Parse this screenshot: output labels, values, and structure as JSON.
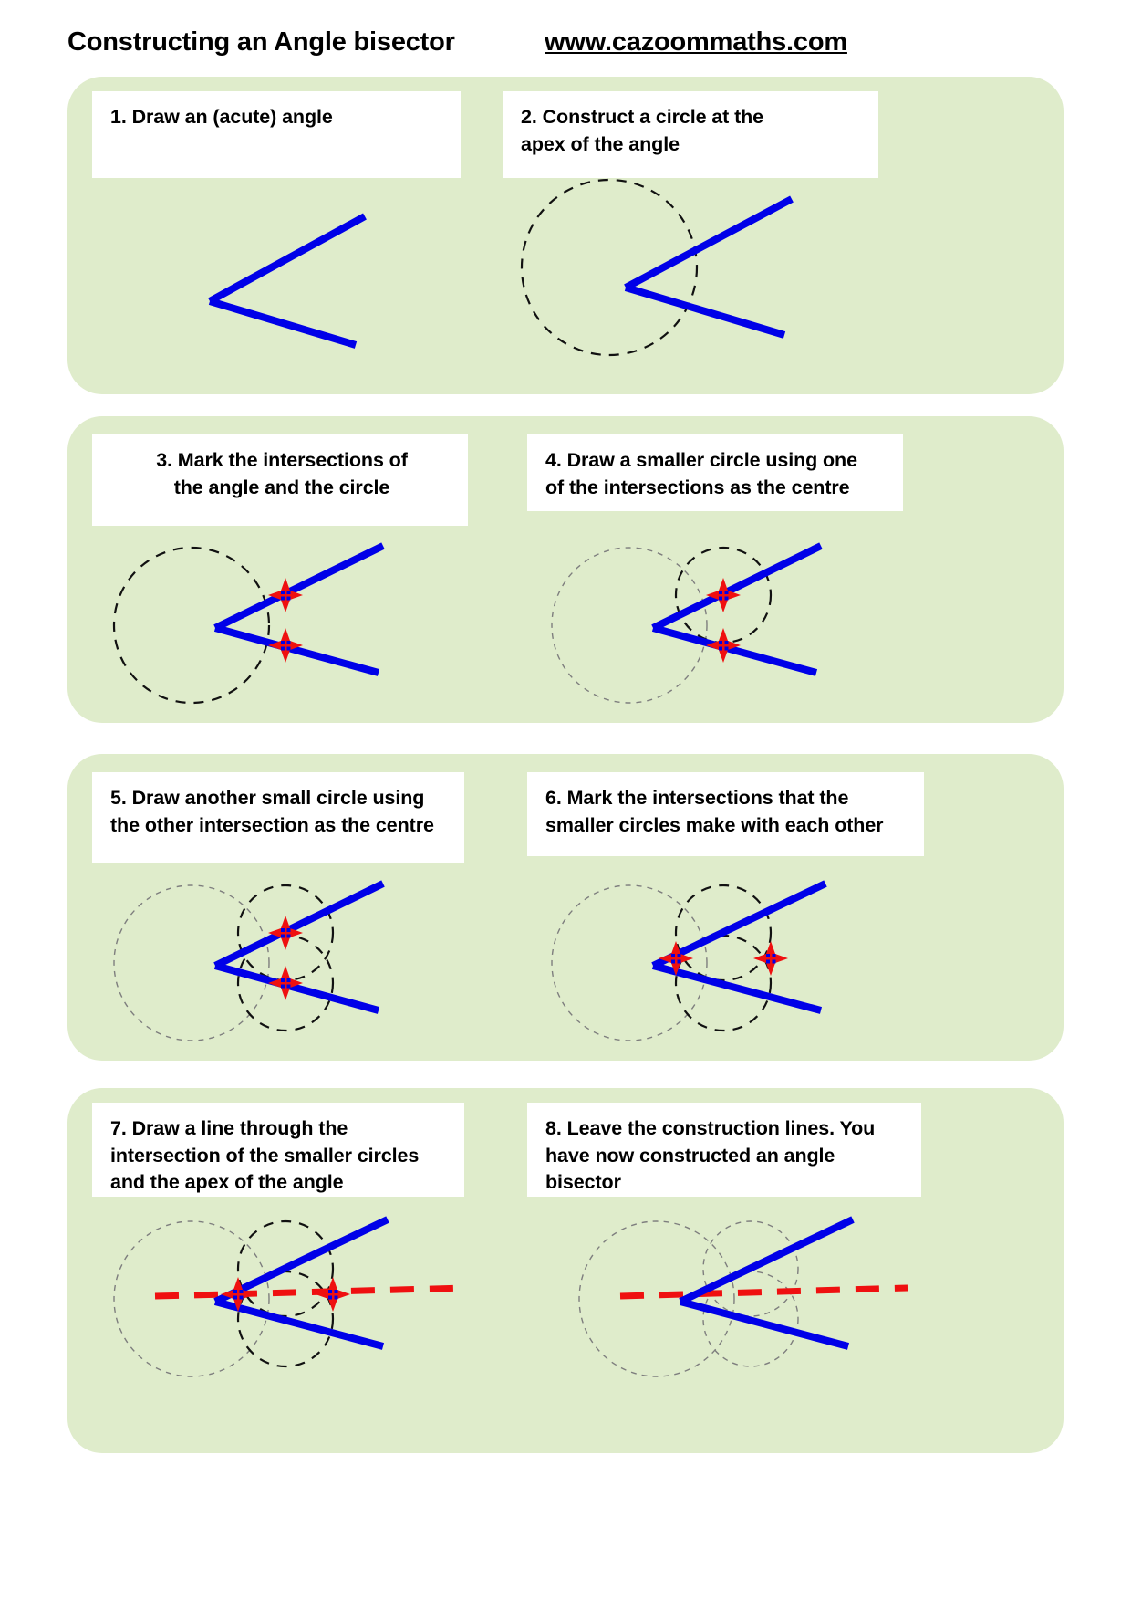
{
  "header": {
    "title": "Constructing an Angle bisector",
    "url": "www.cazoommaths.com"
  },
  "colors": {
    "band_green": "#dfeccb",
    "caption_white": "#ffffff",
    "ray_blue": "#0000E8",
    "marker_red": "#ef1010",
    "construction_dark": "#111111",
    "construction_faint": "#7e7e7e",
    "text_black": "#000000"
  },
  "steps": [
    {
      "number": "1",
      "caption_lines": [
        "1. Draw an (acute) angle"
      ],
      "figure": "acute-angle"
    },
    {
      "number": "2",
      "caption_lines": [
        "2. Construct a circle at the",
        "apex of the angle"
      ],
      "figure": "angle-with-apex-circle"
    },
    {
      "number": "3",
      "caption_lines": [
        "3. Mark the intersections of",
        "the angle and the circle"
      ],
      "figure": "intersections-marked"
    },
    {
      "number": "4",
      "caption_lines": [
        "4. Draw a smaller circle using one",
        "of the intersections as the centre"
      ],
      "figure": "first-small-circle"
    },
    {
      "number": "5",
      "caption_lines": [
        "5. Draw another small circle using",
        "the other intersection as the centre"
      ],
      "figure": "second-small-circle"
    },
    {
      "number": "6",
      "caption_lines": [
        "6. Mark the intersections that the",
        "smaller circles make with each other"
      ],
      "figure": "small-circle-intersections"
    },
    {
      "number": "7",
      "caption_lines": [
        "7. Draw a line through the",
        "intersection of the smaller circles",
        "and the apex of the angle"
      ],
      "figure": "bisector-drawn"
    },
    {
      "number": "8",
      "caption_lines": [
        "8. Leave the construction lines. You",
        "have now constructed an angle",
        "bisector"
      ],
      "figure": "finished-bisector"
    }
  ]
}
